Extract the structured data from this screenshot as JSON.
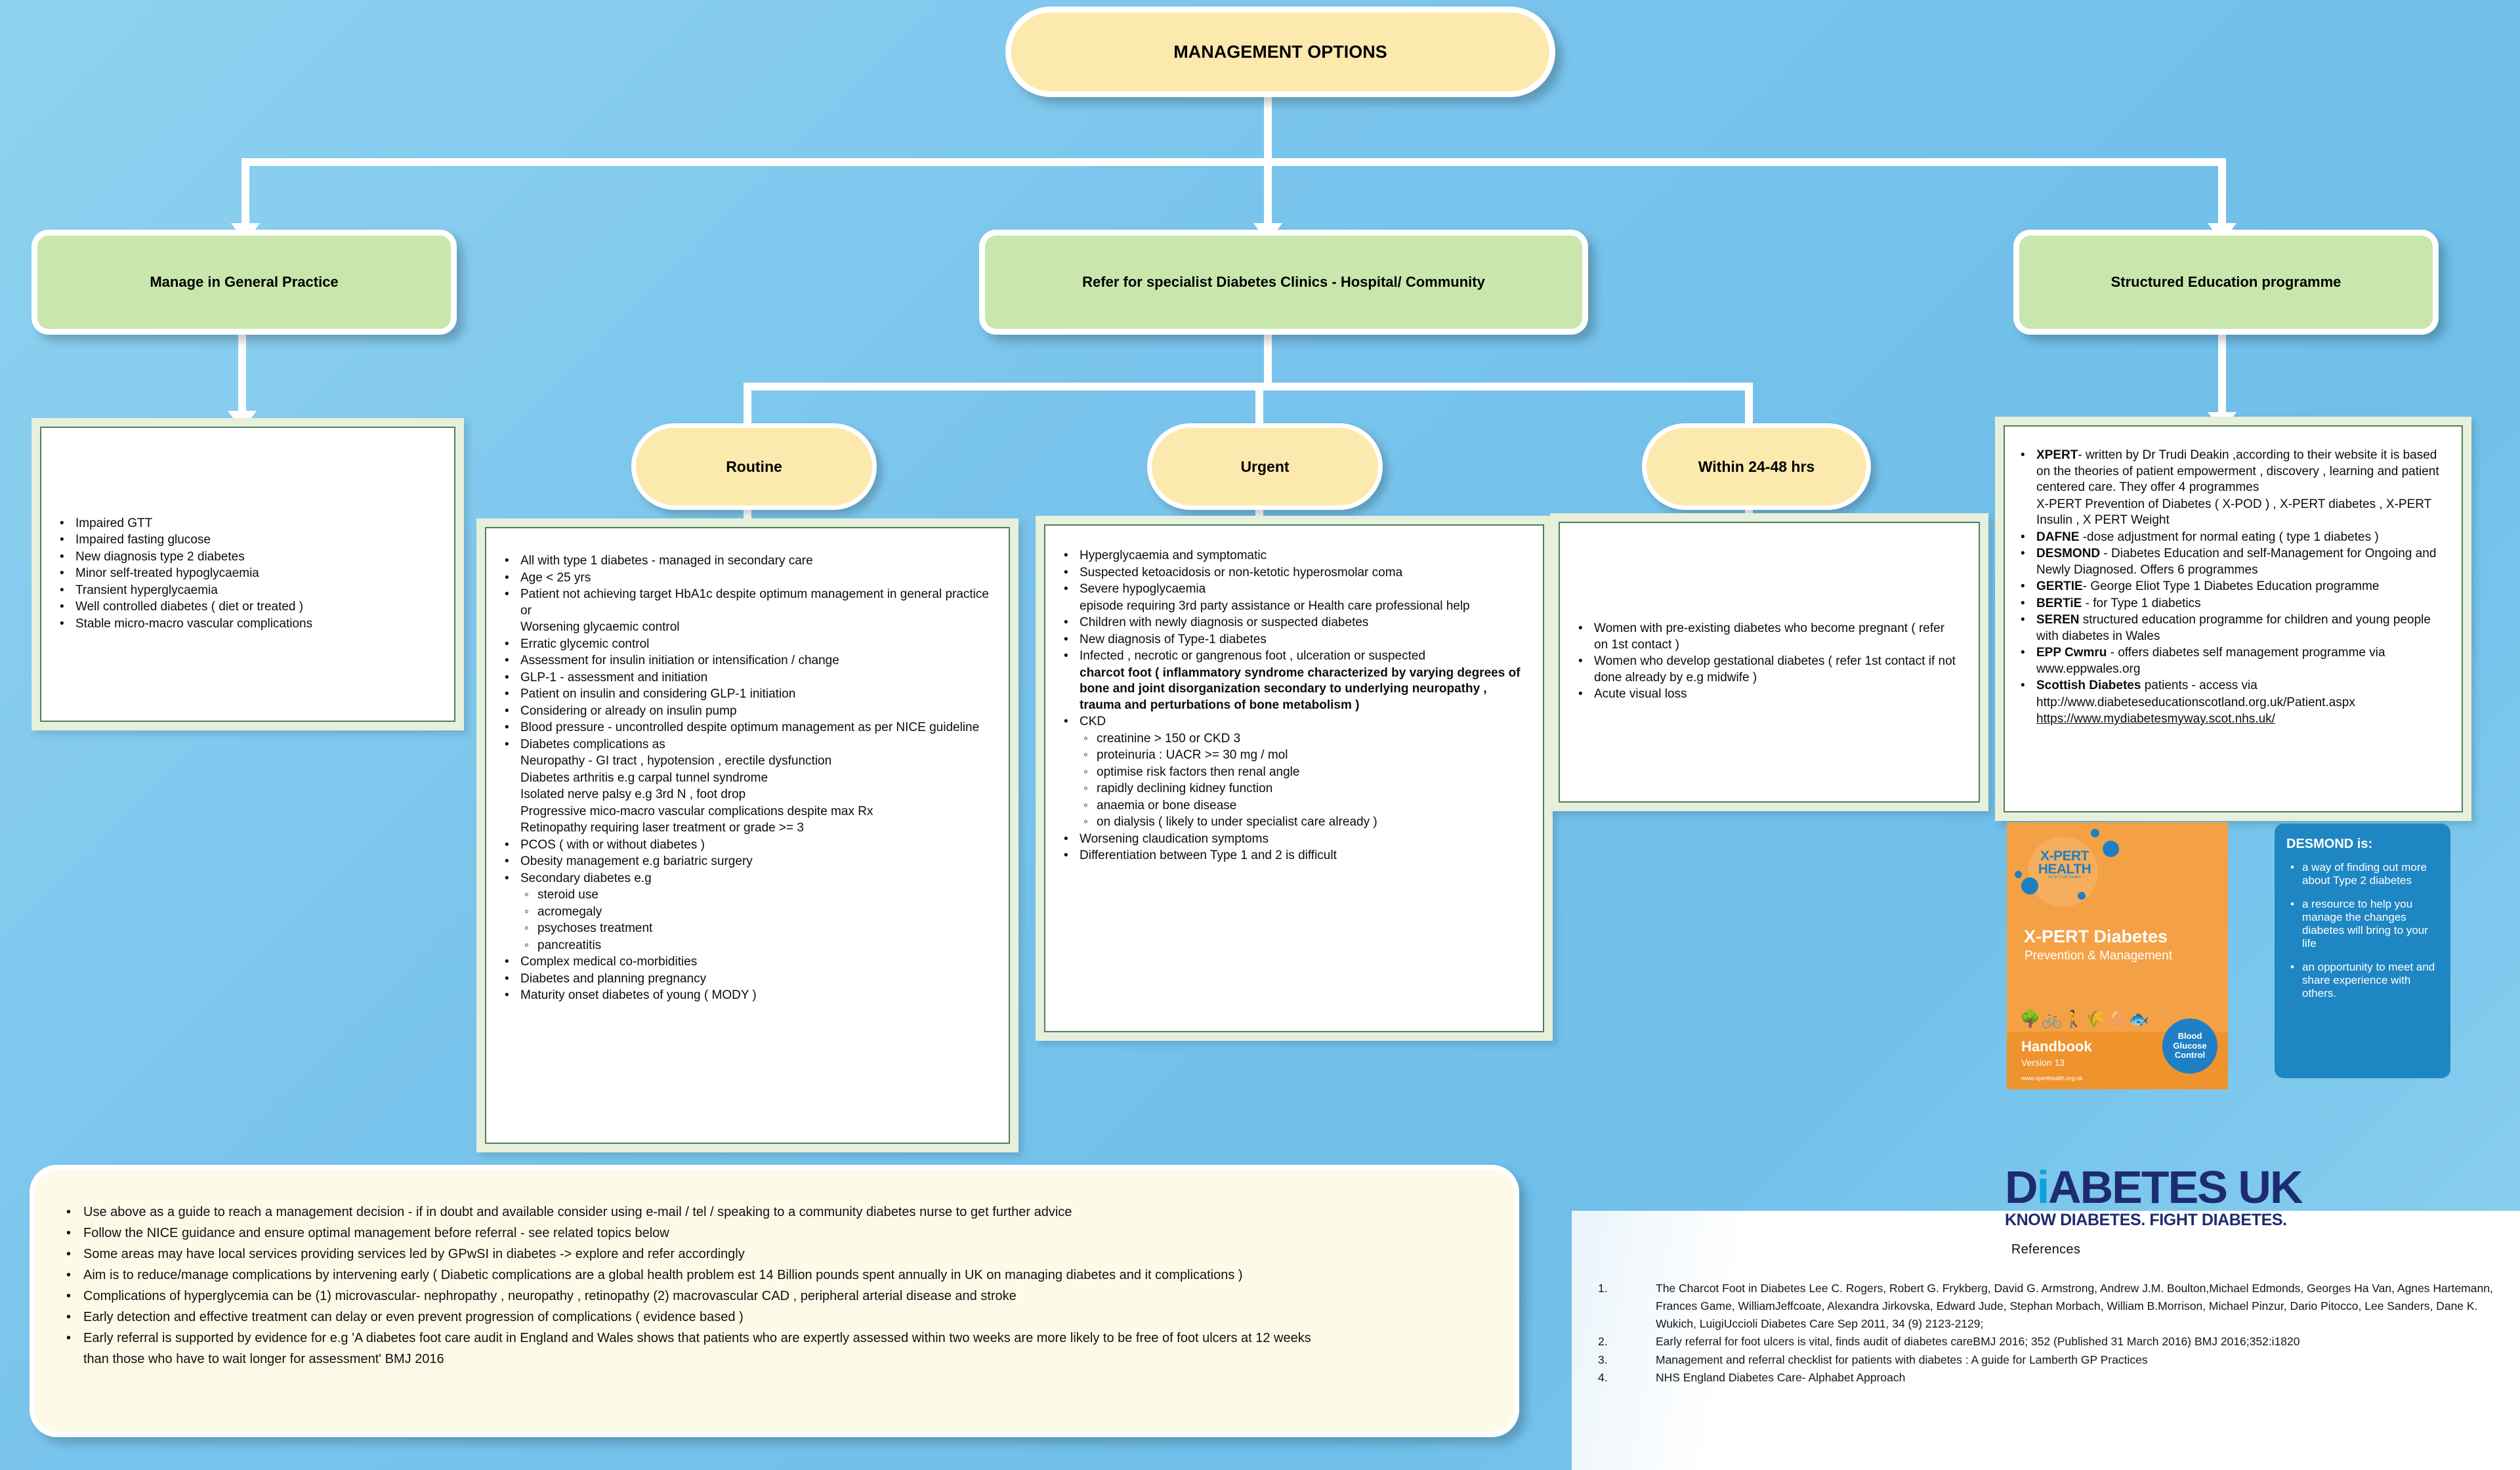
{
  "title": "MANAGEMENT OPTIONS",
  "nodes": {
    "manage_gp": "Manage in General Practice",
    "refer_specialist": "Refer for specialist Diabetes Clinics - Hospital/ Community",
    "structured_education": "Structured Education programme",
    "routine": "Routine",
    "urgent": "Urgent",
    "within": "Within 24-48 hrs"
  },
  "general_practice_list": [
    "Impaired GTT",
    "Impaired fasting glucose",
    "New diagnosis type 2 diabetes",
    "Minor self-treated hypoglycaemia",
    "Transient hyperglycaemia",
    "Well controlled diabetes ( diet or treated )",
    "Stable micro-macro vascular complications"
  ],
  "routine_list": [
    {
      "t": "bullet",
      "text": "All with type 1 diabetes - managed in secondary care"
    },
    {
      "t": "bullet",
      "text": "Age < 25 yrs"
    },
    {
      "t": "bullet",
      "text": "Patient not achieving target HbA1c despite optimum management in general practice or"
    },
    {
      "t": "cont",
      "text": "Worsening glycaemic control"
    },
    {
      "t": "bullet",
      "text": "Erratic glycemic control"
    },
    {
      "t": "bullet",
      "text": "Assessment for insulin initiation or intensification / change"
    },
    {
      "t": "bullet",
      "text": "GLP-1 - assessment and initiation"
    },
    {
      "t": "bullet",
      "text": "Patient on insulin and considering GLP-1 initiation"
    },
    {
      "t": "bullet",
      "text": "Considering or already on insulin pump"
    },
    {
      "t": "bullet",
      "text": "Blood pressure - uncontrolled despite optimum management as per NICE guideline"
    },
    {
      "t": "bullet",
      "text": "Diabetes complications as"
    },
    {
      "t": "cont",
      "text": "Neuropathy - GI tract , hypotension , erectile dysfunction"
    },
    {
      "t": "cont",
      "text": "Diabetes arthritis  e.g carpal tunnel syndrome"
    },
    {
      "t": "cont",
      "text": "Isolated nerve palsy e.g 3rd N , foot drop"
    },
    {
      "t": "cont",
      "text": "Progressive mico-macro vascular complications despite max Rx"
    },
    {
      "t": "cont",
      "text": "Retinopathy requiring laser treatment or grade >= 3"
    },
    {
      "t": "bullet",
      "text": "PCOS ( with or without diabetes )"
    },
    {
      "t": "bullet",
      "text": "Obesity management e.g bariatric surgery"
    },
    {
      "t": "bullet",
      "text": "Secondary diabetes e.g"
    },
    {
      "t": "sub",
      "text": "steroid use"
    },
    {
      "t": "sub",
      "text": "acromegaly"
    },
    {
      "t": "sub",
      "text": "psychoses treatment"
    },
    {
      "t": "sub",
      "text": "pancreatitis"
    },
    {
      "t": "bullet",
      "text": "Complex medical co-morbidities"
    },
    {
      "t": "bullet",
      "text": "Diabetes and planning pregnancy"
    },
    {
      "t": "bullet",
      "text": "Maturity onset diabetes of young ( MODY )"
    }
  ],
  "urgent_list": [
    {
      "t": "bullet",
      "text": "Hyperglycaemia and symptomatic"
    },
    {
      "t": "bullet",
      "text": "Suspected ketoacidosis or non-ketotic hyperosmolar coma"
    },
    {
      "t": "bullet",
      "text": "Severe hypoglycaemia"
    },
    {
      "t": "cont",
      "text": "episode requiring 3rd party assistance or Health care professional help"
    },
    {
      "t": "bullet",
      "text": "Children with newly diagnosis or suspected diabetes"
    },
    {
      "t": "bullet",
      "text": "New diagnosis of Type-1 diabetes"
    },
    {
      "t": "bullet",
      "text": "Infected , necrotic or gangrenous foot , ulceration or suspected "
    },
    {
      "t": "cont-bold",
      "text": "charcot foot ( inflammatory syndrome characterized by varying degrees of bone and joint disorganization secondary to underlying neuropathy , trauma and perturbations of bone metabolism )"
    },
    {
      "t": "bullet",
      "text": "CKD"
    },
    {
      "t": "sub",
      "text": "creatinine > 150 or CKD 3"
    },
    {
      "t": "sub",
      "text": "proteinuria : UACR >= 30 mg / mol"
    },
    {
      "t": "sub",
      "text": "optimise risk factors then renal angle"
    },
    {
      "t": "sub",
      "text": "rapidly declining kidney function"
    },
    {
      "t": "sub",
      "text": "anaemia or bone disease"
    },
    {
      "t": "sub",
      "text": "on dialysis ( likely to under specialist care already )"
    },
    {
      "t": "bullet",
      "text": "Worsening claudication symptoms"
    },
    {
      "t": "bullet",
      "text": "Differentiation between Type 1 and 2 is difficult"
    }
  ],
  "within_list": [
    "Women with pre-existing diabetes who become pregnant ( refer on 1st contact )",
    "Women who develop gestational diabetes ( refer 1st contact if not done already by e.g midwife )",
    "Acute visual loss"
  ],
  "education_list": [
    {
      "t": "bullet",
      "lead": "XPERT",
      "text": "- written by Dr Trudi Deakin ,according to their website it is based on the theories of patient empowerment , discovery , learning and patient centered care. They offer 4 programmes"
    },
    {
      "t": "cont",
      "text": "X-PERT Prevention of Diabetes ( X-POD ) , X-PERT diabetes , X-PERT Insulin , X PERT Weight"
    },
    {
      "t": "bullet",
      "lead": "DAFNE",
      "text": " -dose adjustment for normal eating ( type 1 diabetes )"
    },
    {
      "t": "bullet",
      "lead": "DESMOND",
      "text": " - Diabetes Education and self-Management for Ongoing and Newly Diagnosed. Offers 6 programmes"
    },
    {
      "t": "bullet",
      "lead": "GERTIE",
      "text": "- George Eliot Type 1 Diabetes Education programme"
    },
    {
      "t": "bullet",
      "lead": "BERTiE",
      "text": " - for Type 1 diabetics"
    },
    {
      "t": "bullet",
      "lead": "SEREN",
      "text": " structured education programme for children and young people with diabetes in Wales"
    },
    {
      "t": "bullet",
      "lead": "EPP Cwmru",
      "text": " - offers diabetes self management programme via www.eppwales.org"
    },
    {
      "t": "bullet",
      "lead": "Scottish Diabetes",
      "text": " patients - access via"
    },
    {
      "t": "cont",
      "text": "http://www.diabeteseducationscotland.org.uk/Patient.aspx"
    },
    {
      "t": "cont-link",
      "text": "https://www.mydiabetesmyway.scot.nhs.uk/"
    }
  ],
  "summary_list": [
    {
      "t": "bullet",
      "text": "Use above as a guide to reach a management decision - if in doubt and available consider using e-mail / tel / speaking to a community diabetes nurse  to get further advice"
    },
    {
      "t": "bullet",
      "text": "Follow the NICE guidance and ensure optimal management before referral - see related topics below"
    },
    {
      "t": "bullet",
      "text": "Some areas may have local services providing services led by GPwSI in diabetes -> explore and refer  accordingly"
    },
    {
      "t": "bullet",
      "text": "Aim is to reduce/manage complications by intervening early ( Diabetic complications are a global health problem est 14 Billion pounds spent annually in UK on managing diabetes and it complications )"
    },
    {
      "t": "bullet",
      "text": "Complications of hyperglycemia can be (1) microvascular- nephropathy , neuropathy , retinopathy (2) macrovascular CAD , peripheral arterial disease and stroke"
    },
    {
      "t": "bullet",
      "text": "Early detection and effective treatment can delay or even prevent progression of complications ( evidence based )"
    },
    {
      "t": "bullet",
      "text": "Early referral is supported by evidence for e.g 'A diabetes foot care audit in England and Wales shows that patients who are expertly assessed within two weeks are more likely to be free of foot ulcers at 12 weeks"
    },
    {
      "t": "cont",
      "text": "than those who have to wait longer for assessment' BMJ 2016"
    }
  ],
  "references": {
    "title": "References",
    "items": [
      "The Charcot Foot in Diabetes Lee C. Rogers, Robert G. Frykberg, David G. Armstrong, Andrew J.M. Boulton,Michael Edmonds, Georges Ha Van, Agnes Hartemann, Frances Game, WilliamJeffcoate, Alexandra Jirkovska, Edward Jude, Stephan Morbach, William B.Morrison, Michael Pinzur, Dario Pitocco, Lee Sanders, Dane K. Wukich, LuigiUccioli Diabetes Care Sep 2011, 34 (9) 2123-2129;",
      "Early referral for foot ulcers is vital, finds audit of diabetes careBMJ 2016; 352  (Published 31 March 2016)  BMJ 2016;352:i1820",
      "Management and referral checklist for patients with diabetes : A guide for Lamberth GP Practices",
      "NHS England Diabetes Care- Alphabet Approach"
    ]
  },
  "xpert_brochure": {
    "logo": "X-PERT HEALTH",
    "logo_sub": "by Dr Trudi Deakin",
    "title": "X-PERT Diabetes",
    "subtitle": "Prevention & Management",
    "badge": "Blood Glucose Control",
    "handbook": "Handbook",
    "version": "Version 13",
    "url": "www.xperthealth.org.uk"
  },
  "desmond_box": {
    "title": "DESMOND is:",
    "items": [
      "a way of finding out more about Type 2 diabetes",
      "a resource to help you manage the changes diabetes will bring to your life",
      "an opportunity to meet and share experience with others."
    ]
  },
  "diabetes_uk": {
    "name_d": "D",
    "name_i": "i",
    "name_rest": "ABETES UK",
    "tagline": "KNOW DIABETES. FIGHT DIABETES."
  },
  "colors": {
    "background": "#7ec8ee",
    "node_yellow": "#fce9ae",
    "node_green": "#c9e6ad",
    "panel_green": "#e7f0db",
    "summary_cream": "#fdfbe8",
    "desmond_blue": "#1f86c4",
    "xpert_orange": "#f4a146",
    "duk_navy": "#1d2b72"
  }
}
